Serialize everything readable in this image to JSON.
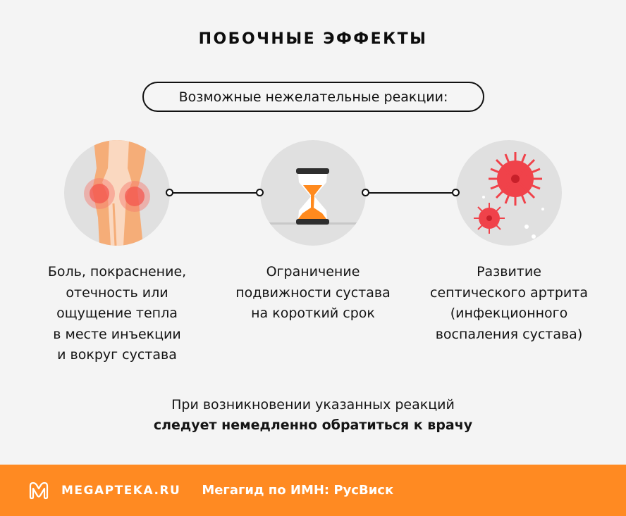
{
  "header": {
    "title": "ПОБОЧНЫЕ ЭФФЕКТЫ",
    "subtitle": "Возможные нежелательные реакции:"
  },
  "effects": [
    {
      "icon": "knee-inflammation-icon",
      "text": "Боль, покраснение,\nотечность или\nощущение тепла\nв месте инъекции\nи вокруг сустава"
    },
    {
      "icon": "hourglass-icon",
      "text": "Ограничение\nподвижности сустава\nна короткий срок"
    },
    {
      "icon": "virus-icon",
      "text": "Развитие\nсептического артрита\n(инфекционного\nвоспаления сустава)"
    }
  ],
  "note": {
    "line1": "При возникновении указанных реакций",
    "line2": "следует немедленно обратиться к врачу"
  },
  "footer": {
    "brand": "MEGAPTEKA.RU",
    "tagline": "Мегагид по ИМН: РусВиск",
    "background_color": "#ff8a22"
  },
  "colors": {
    "background": "#f4f4f4",
    "circle": "#e0e0e0",
    "accent_orange": "#ff8a22",
    "virus_red": "#f0424a"
  }
}
